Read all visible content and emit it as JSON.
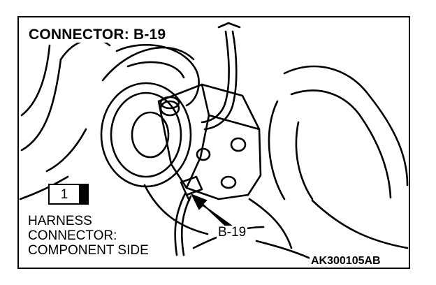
{
  "diagram": {
    "title": "CONNECTOR: B-19",
    "harness_lines": [
      "HARNESS",
      "CONNECTOR:",
      "COMPONENT SIDE"
    ],
    "pin_number": "1",
    "callout": "B-19",
    "reference": "AK300105AB"
  }
}
